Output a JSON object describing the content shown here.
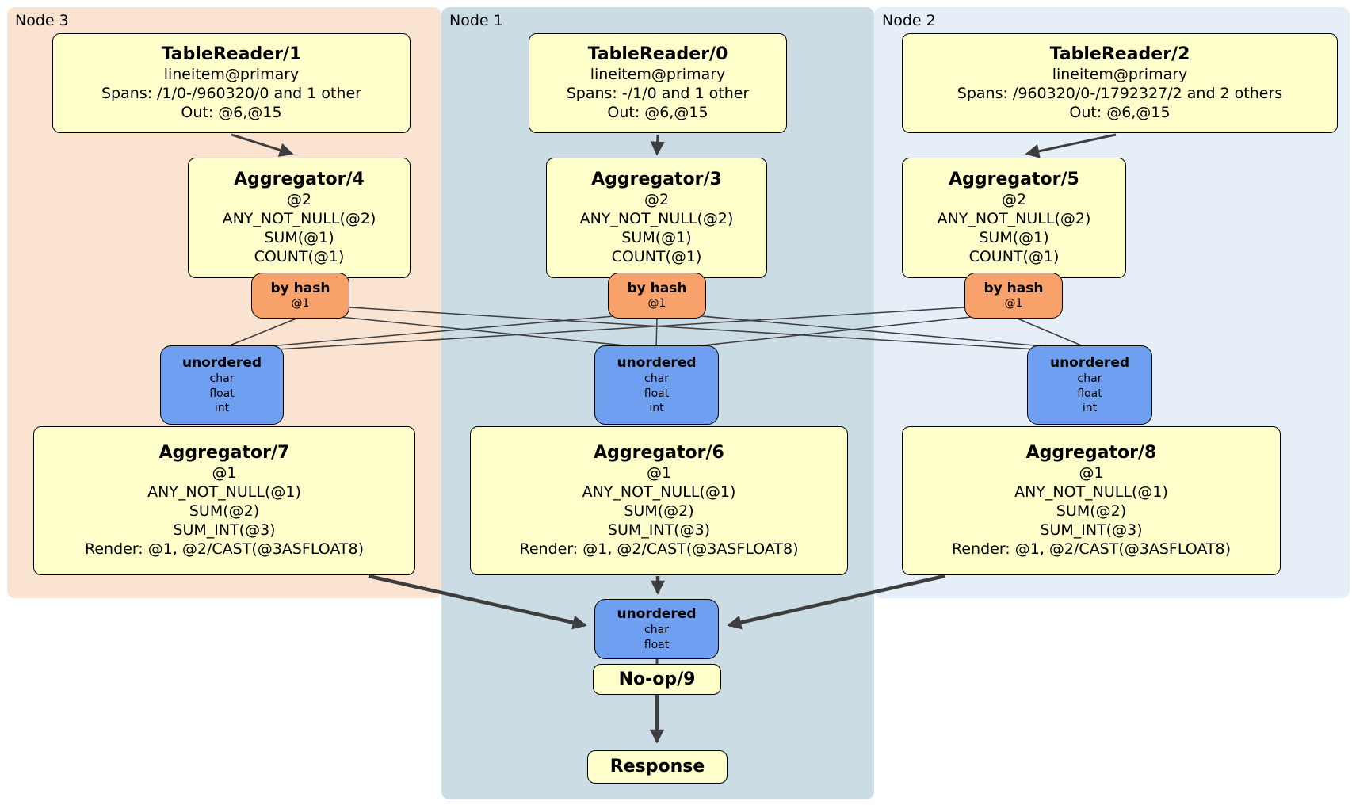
{
  "regions": {
    "node3": {
      "label": "Node 3"
    },
    "node1": {
      "label": "Node 1"
    },
    "node2": {
      "label": "Node 2"
    }
  },
  "processors": {
    "tablereader1": {
      "title": "TableReader/1",
      "lines": [
        "lineitem@primary",
        "Spans: /1/0-/960320/0 and 1 other",
        "Out: @6,@15"
      ]
    },
    "tablereader0": {
      "title": "TableReader/0",
      "lines": [
        "lineitem@primary",
        "Spans: -/1/0 and 1 other",
        "Out: @6,@15"
      ]
    },
    "tablereader2": {
      "title": "TableReader/2",
      "lines": [
        "lineitem@primary",
        "Spans: /960320/0-/1792327/2 and 2 others",
        "Out: @6,@15"
      ]
    },
    "aggregator4": {
      "title": "Aggregator/4",
      "lines": [
        "@2",
        "ANY_NOT_NULL(@2)",
        "SUM(@1)",
        "COUNT(@1)"
      ]
    },
    "aggregator3": {
      "title": "Aggregator/3",
      "lines": [
        "@2",
        "ANY_NOT_NULL(@2)",
        "SUM(@1)",
        "COUNT(@1)"
      ]
    },
    "aggregator5": {
      "title": "Aggregator/5",
      "lines": [
        "@2",
        "ANY_NOT_NULL(@2)",
        "SUM(@1)",
        "COUNT(@1)"
      ]
    },
    "router_node3": {
      "title": "by hash",
      "lines": [
        "@1"
      ]
    },
    "router_node1": {
      "title": "by hash",
      "lines": [
        "@1"
      ]
    },
    "router_node2": {
      "title": "by hash",
      "lines": [
        "@1"
      ]
    },
    "sync_node3": {
      "title": "unordered",
      "lines": [
        "char",
        "float",
        "int"
      ]
    },
    "sync_node1": {
      "title": "unordered",
      "lines": [
        "char",
        "float",
        "int"
      ]
    },
    "sync_node2": {
      "title": "unordered",
      "lines": [
        "char",
        "float",
        "int"
      ]
    },
    "aggregator7": {
      "title": "Aggregator/7",
      "lines": [
        "@1",
        "ANY_NOT_NULL(@1)",
        "SUM(@2)",
        "SUM_INT(@3)",
        "Render: @1, @2/CAST(@3ASFLOAT8)"
      ]
    },
    "aggregator6": {
      "title": "Aggregator/6",
      "lines": [
        "@1",
        "ANY_NOT_NULL(@1)",
        "SUM(@2)",
        "SUM_INT(@3)",
        "Render: @1, @2/CAST(@3ASFLOAT8)"
      ]
    },
    "aggregator8": {
      "title": "Aggregator/8",
      "lines": [
        "@1",
        "ANY_NOT_NULL(@1)",
        "SUM(@2)",
        "SUM_INT(@3)",
        "Render: @1, @2/CAST(@3ASFLOAT8)"
      ]
    },
    "sync_final": {
      "title": "unordered",
      "lines": [
        "char",
        "float"
      ]
    },
    "noop": {
      "title": "No-op/9"
    },
    "response": {
      "title": "Response"
    }
  },
  "colors": {
    "processor_fill": "#ffffcc",
    "router_fill": "#f9a16a",
    "sync_fill": "#6f9ff0",
    "node3_bg": "#fbe3d1",
    "node1_bg": "#ccdce5",
    "node2_bg": "#e6eef8",
    "edge": "#3d3d3d"
  }
}
